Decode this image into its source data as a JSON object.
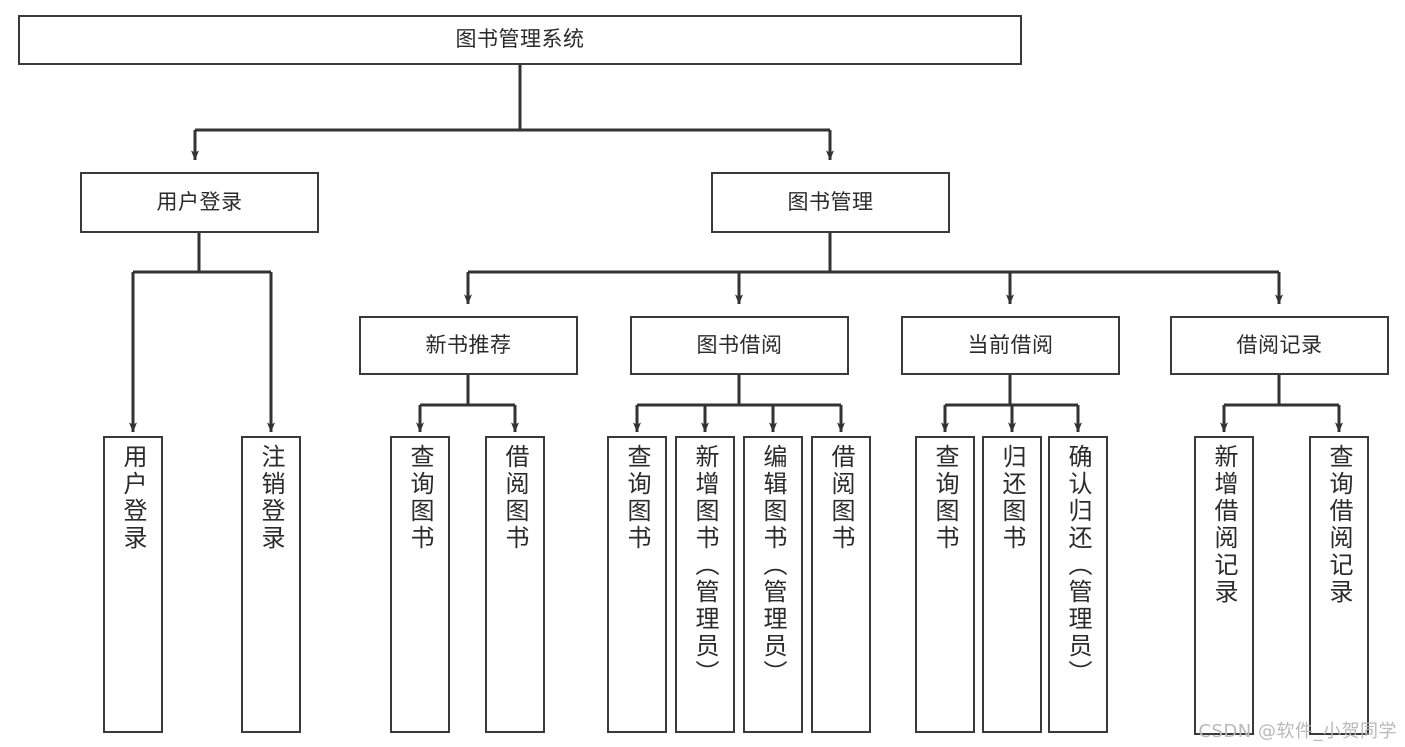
{
  "diagram": {
    "title": "图书管理系统",
    "type": "tree-hierarchy",
    "orientation": "top-down",
    "watermark": "CSDN @软件_小贺同学",
    "colors": {
      "background": "#ffffff",
      "node_border": "#3a3a3a",
      "node_fill": "#ffffff",
      "edge": "#333333",
      "text": "#2b2b2b",
      "watermark": "#b9b9b9"
    }
  },
  "nodes": {
    "root": {
      "label": "图书管理系统"
    },
    "level2": [
      {
        "id": "user-login",
        "label": "用户登录"
      },
      {
        "id": "book-manage",
        "label": "图书管理"
      }
    ],
    "level3": [
      {
        "id": "new-book-recommend",
        "label": "新书推荐"
      },
      {
        "id": "book-borrow",
        "label": "图书借阅"
      },
      {
        "id": "current-borrow",
        "label": "当前借阅"
      },
      {
        "id": "borrow-record",
        "label": "借阅记录"
      }
    ],
    "leaves": {
      "user_login": [
        {
          "id": "leaf-user-login",
          "label": "用户登录"
        },
        {
          "id": "leaf-logout-login",
          "label": "注销登录"
        }
      ],
      "new_book_recommend": [
        {
          "id": "leaf-query-book-1",
          "label": "查询图书"
        },
        {
          "id": "leaf-borrow-book-1",
          "label": "借阅图书"
        }
      ],
      "book_borrow": [
        {
          "id": "leaf-query-book-2",
          "label": "查询图书"
        },
        {
          "id": "leaf-add-book",
          "label": "新增图书（管理员）"
        },
        {
          "id": "leaf-edit-book",
          "label": "编辑图书（管理员）"
        },
        {
          "id": "leaf-borrow-book-2",
          "label": "借阅图书"
        }
      ],
      "current_borrow": [
        {
          "id": "leaf-query-book-3",
          "label": "查询图书"
        },
        {
          "id": "leaf-return-book",
          "label": "归还图书"
        },
        {
          "id": "leaf-confirm-return",
          "label": "确认归还（管理员）"
        }
      ],
      "borrow_record": [
        {
          "id": "leaf-add-record",
          "label": "新增借阅记录"
        },
        {
          "id": "leaf-query-record",
          "label": "查询借阅记录"
        }
      ]
    }
  }
}
